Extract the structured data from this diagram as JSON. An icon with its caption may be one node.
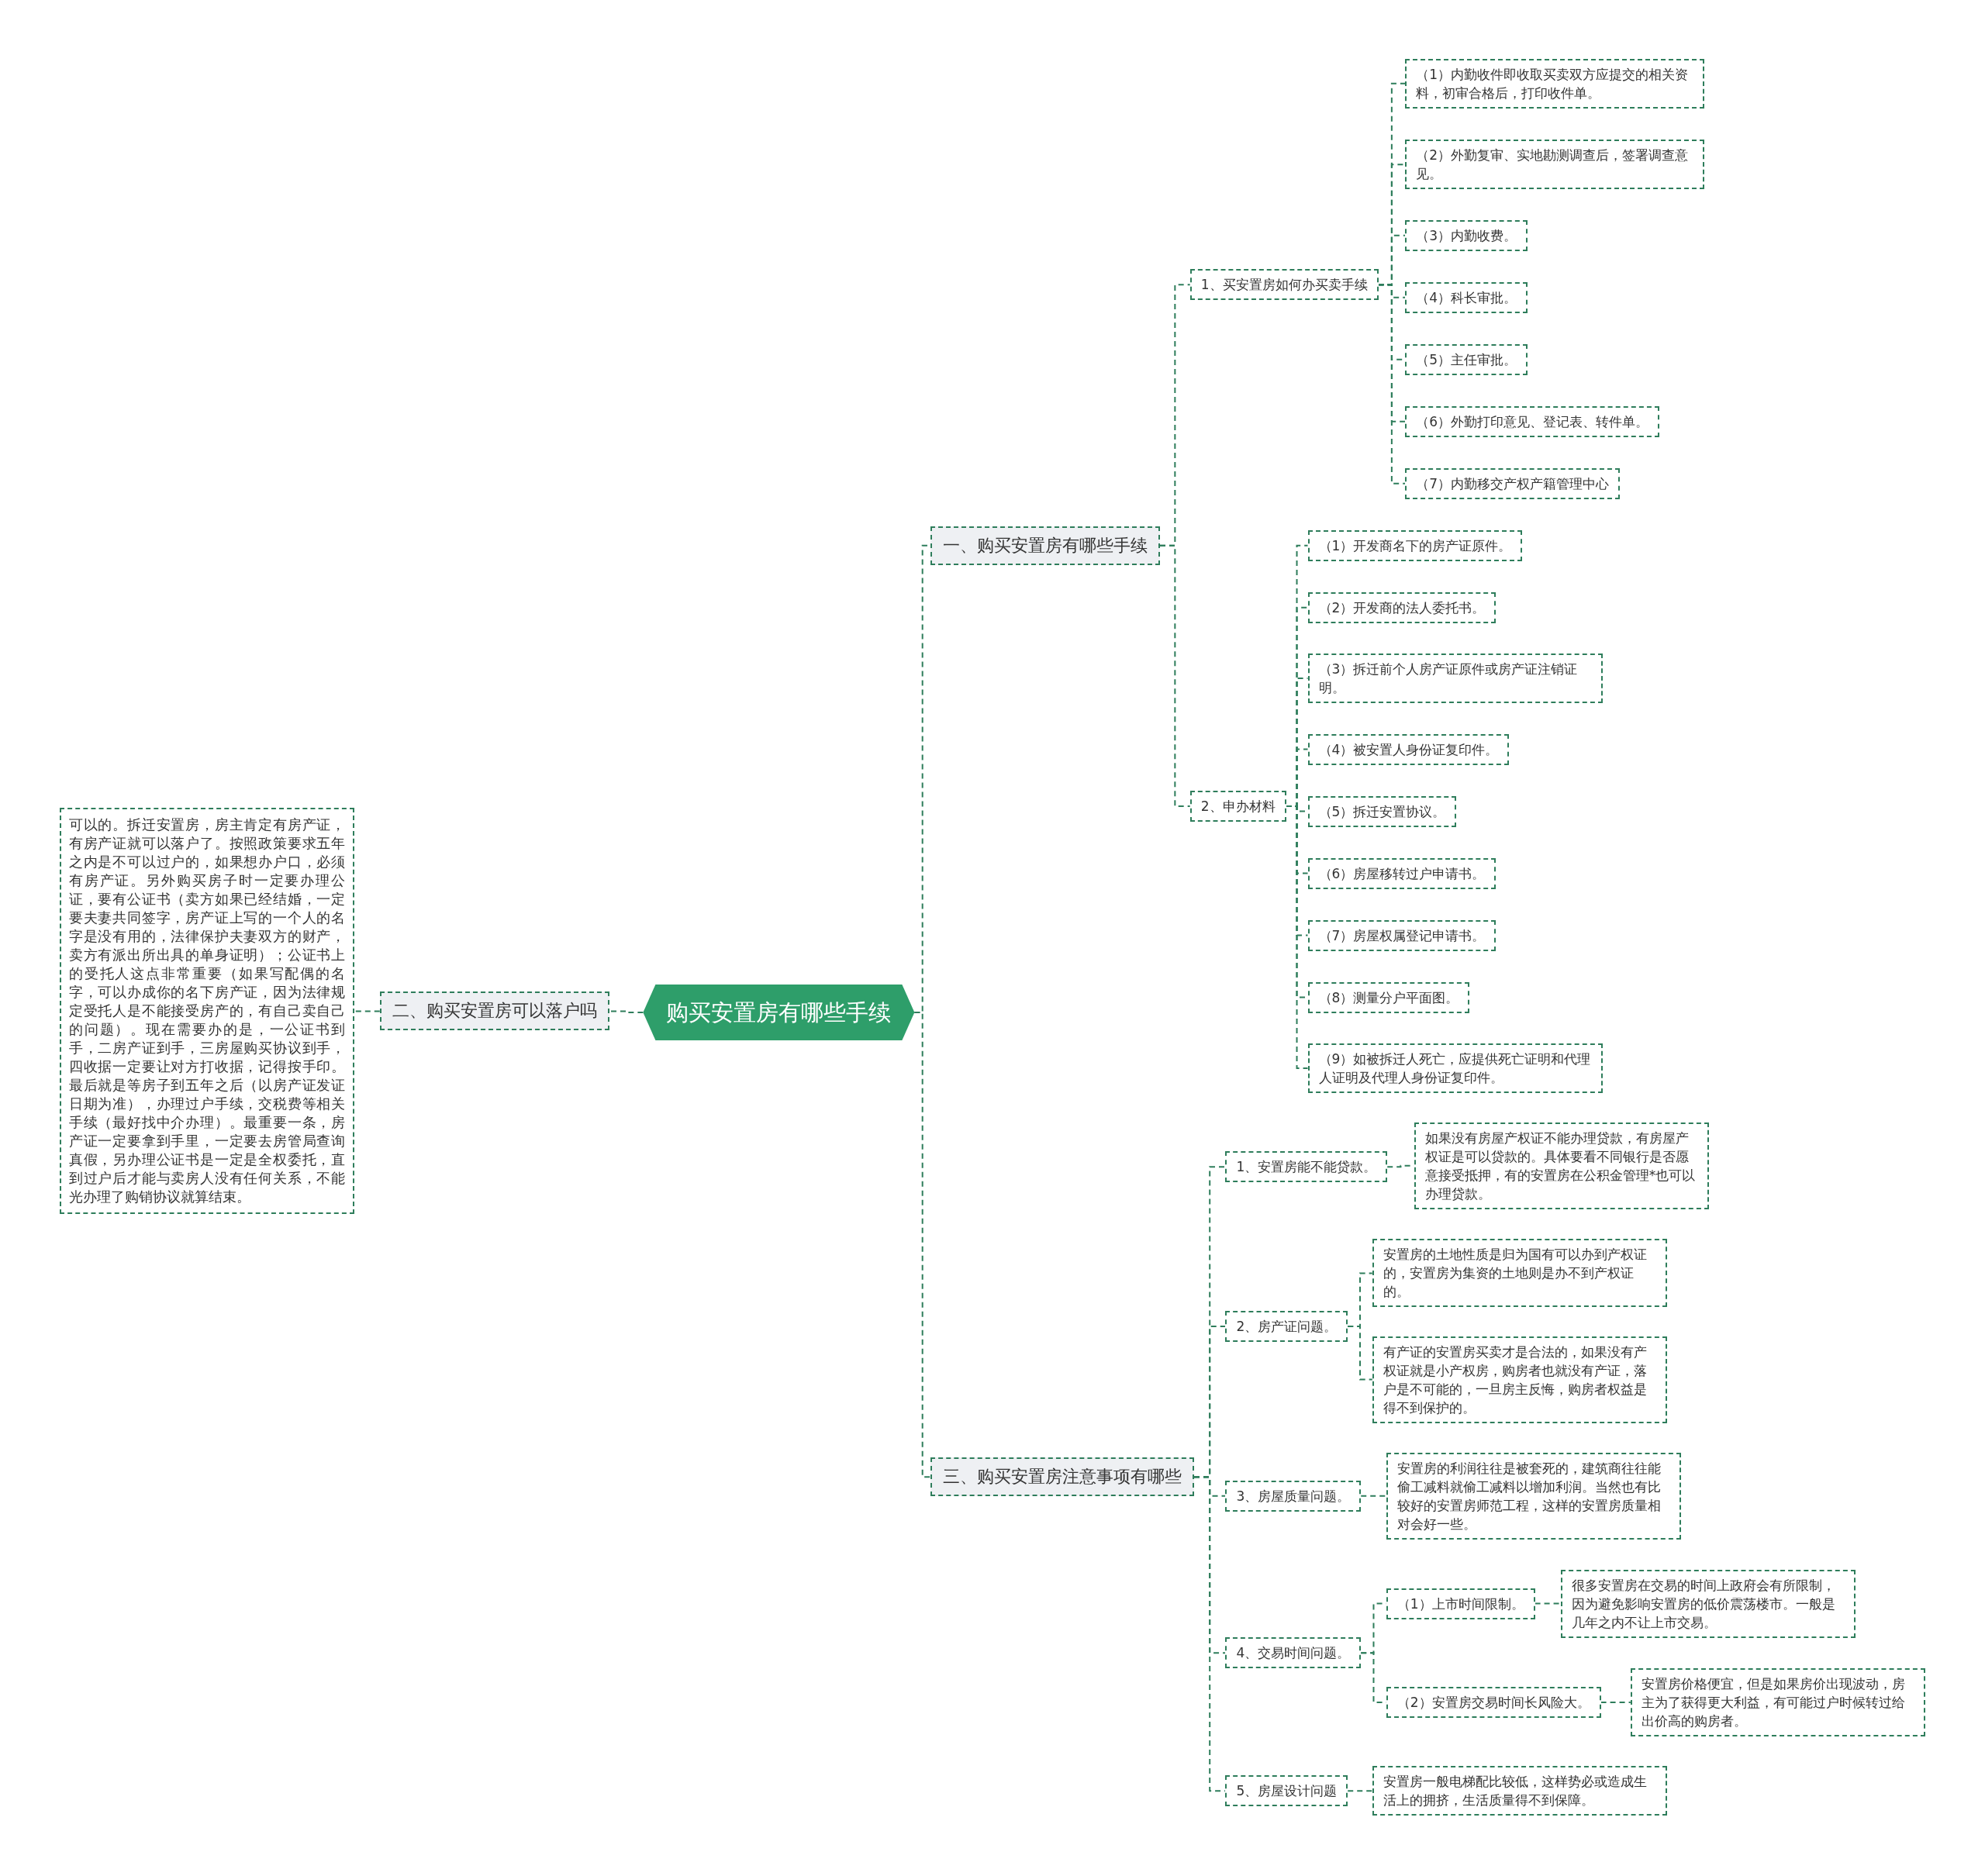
{
  "diagram": {
    "nodes": [
      {
        "text": [
          "购买安置房有哪些手续"
        ]
      },
      {
        "text": [
          "一、购买安置房有哪些手续"
        ]
      },
      {
        "text": [
          "1、买安置房如何办买卖手续"
        ]
      },
      {
        "text": [
          "（1）内勤收件即收取买卖双方应提交的相关资料，初审合格后，打印收件单。"
        ]
      },
      {
        "text": [
          "（2）外勤复审、实地勘测调查后，签署调查意见。"
        ]
      },
      {
        "text": [
          "（3）内勤收费。"
        ]
      },
      {
        "text": [
          "（4）科长审批。"
        ]
      },
      {
        "text": [
          "（5）主任审批。"
        ]
      },
      {
        "text": [
          "（6）外勤打印意见、登记表、转件单。"
        ]
      },
      {
        "text": [
          "（7）内勤移交产权产籍管理中心"
        ]
      },
      {
        "text": [
          "2、申办材料"
        ]
      },
      {
        "text": [
          "（1）开发商名下的房产证原件。"
        ]
      },
      {
        "text": [
          "（2）开发商的法人委托书。"
        ]
      },
      {
        "text": [
          "（3）拆迁前个人房产证原件或房产证注销证明。"
        ]
      },
      {
        "text": [
          "（4）被安置人身份证复印件。"
        ]
      },
      {
        "text": [
          "（5）拆迁安置协议。"
        ]
      },
      {
        "text": [
          "（6）房屋移转过户申请书。"
        ]
      },
      {
        "text": [
          "（7）房屋权属登记申请书。"
        ]
      },
      {
        "text": [
          "（8）测量分户平面图。"
        ]
      },
      {
        "text": [
          "（9）如被拆迁人死亡，应提供死亡证明和代理人证明及代理人身份证复印件。"
        ]
      },
      {
        "text": [
          "二、购买安置房可以落户吗"
        ]
      },
      {
        "text": [
          "可以的。拆迁安置房，房主肯定有房产证，有房产证就可以落户了。按照政策要求五年之内是不可以过户的，如果想办户口，必须有房产证。另外购买房子时一定要办理公证，要有公证书（卖方如果已经结婚，一定要夫妻共同签字，房产证上写的一个人的名字是没有用的，法律保护夫妻双方的财产，卖方有派出所出具的单身证明）；公证书上的受托人这点非常重要（如果写配偶的名字，可以办成你的名下房产证，因为法律规定受托人是不能接受房产的，有自己卖自己的问题）。现在需要办的是，一公证书到手，二房产证到手，三房屋购买协议到手，四收据一定要让对方打收据，记得按手印。最后就是等房子到五年之后（以房产证发证日期为准），办理过户手续，交税费等相关手续（最好找中介办理）。最重要一条，房产证一定要拿到手里，一定要去房管局查询真假，另办理公证书是一定是全权委托，直到过户后才能与卖房人没有任何关系，不能光办理了购销协议就算结束。"
        ]
      },
      {
        "text": [
          "三、购买安置房注意事项有哪些"
        ]
      },
      {
        "text": [
          "1、安置房能不能贷款。"
        ]
      },
      {
        "text": [
          "如果没有房屋产权证不能办理贷款，有房屋产权证是可以贷款的。具体要看不同银行是否愿意接受抵押，有的安置房在公积金管理*也可以办理贷款。"
        ]
      },
      {
        "text": [
          "2、房产证问题。"
        ]
      },
      {
        "text": [
          "安置房的土地性质是归为国有可以办到产权证的，安置房为集资的土地则是办不到产权证的。"
        ]
      },
      {
        "text": [
          "有产证的安置房买卖才是合法的，如果没有产权证就是小产权房，购房者也就没有产证，落户是不可能的，一旦房主反悔，购房者权益是得不到保护的。"
        ]
      },
      {
        "text": [
          "3、房屋质量问题。"
        ]
      },
      {
        "text": [
          "安置房的利润往往是被套死的，建筑商往往能偷工减料就偷工减料以增加利润。当然也有比较好的安置房师范工程，这样的安置房质量相对会好一些。"
        ]
      },
      {
        "text": [
          "4、交易时间问题。"
        ]
      },
      {
        "text": [
          "（1）上市时间限制。"
        ]
      },
      {
        "text": [
          "很多安置房在交易的时间上政府会有所限制，因为避免影响安置房的低价震荡楼市。一般是几年之内不让上市交易。"
        ]
      },
      {
        "text": [
          "（2）安置房交易时间长风险大。"
        ]
      },
      {
        "text": [
          "安置房价格便宜，但是如果房价出现波动，房主为了获得更大利益，有可能过户时候转过给出价高的购房者。"
        ]
      },
      {
        "text": [
          "5、房屋设计问题"
        ]
      },
      {
        "text": [
          "安置房一般电梯配比较低，这样势必或造成生活上的拥挤，生活质量得不到保障。"
        ]
      }
    ],
    "edges": [
      {
        "from": 0,
        "to": 1,
        "arrow": "none",
        "style": "dashed"
      },
      {
        "from": 1,
        "to": 2,
        "arrow": "none",
        "style": "dashed"
      },
      {
        "from": 2,
        "to": 3,
        "arrow": "none",
        "style": "dashed"
      },
      {
        "from": 2,
        "to": 4,
        "arrow": "none",
        "style": "dashed"
      },
      {
        "from": 2,
        "to": 5,
        "arrow": "none",
        "style": "dashed"
      },
      {
        "from": 2,
        "to": 6,
        "arrow": "none",
        "style": "dashed"
      },
      {
        "from": 2,
        "to": 7,
        "arrow": "none",
        "style": "dashed"
      },
      {
        "from": 2,
        "to": 8,
        "arrow": "none",
        "style": "dashed"
      },
      {
        "from": 2,
        "to": 9,
        "arrow": "none",
        "style": "dashed"
      },
      {
        "from": 1,
        "to": 10,
        "arrow": "none",
        "style": "dashed"
      },
      {
        "from": 10,
        "to": 11,
        "arrow": "none",
        "style": "dashed"
      },
      {
        "from": 10,
        "to": 12,
        "arrow": "none",
        "style": "dashed"
      },
      {
        "from": 10,
        "to": 13,
        "arrow": "none",
        "style": "dashed"
      },
      {
        "from": 10,
        "to": 14,
        "arrow": "none",
        "style": "dashed"
      },
      {
        "from": 10,
        "to": 15,
        "arrow": "none",
        "style": "dashed"
      },
      {
        "from": 10,
        "to": 16,
        "arrow": "none",
        "style": "dashed"
      },
      {
        "from": 10,
        "to": 17,
        "arrow": "none",
        "style": "dashed"
      },
      {
        "from": 10,
        "to": 18,
        "arrow": "none",
        "style": "dashed"
      },
      {
        "from": 10,
        "to": 19,
        "arrow": "none",
        "style": "dashed"
      },
      {
        "from": 0,
        "to": 20,
        "arrow": "none",
        "style": "dashed"
      },
      {
        "from": 20,
        "to": 21,
        "arrow": "none",
        "style": "dashed"
      },
      {
        "from": 0,
        "to": 22,
        "arrow": "none",
        "style": "dashed"
      },
      {
        "from": 22,
        "to": 23,
        "arrow": "none",
        "style": "dashed"
      },
      {
        "from": 23,
        "to": 24,
        "arrow": "none",
        "style": "dashed"
      },
      {
        "from": 22,
        "to": 25,
        "arrow": "none",
        "style": "dashed"
      },
      {
        "from": 25,
        "to": 26,
        "arrow": "none",
        "style": "dashed"
      },
      {
        "from": 25,
        "to": 27,
        "arrow": "none",
        "style": "dashed"
      },
      {
        "from": 22,
        "to": 28,
        "arrow": "none",
        "style": "dashed"
      },
      {
        "from": 28,
        "to": 29,
        "arrow": "none",
        "style": "dashed"
      },
      {
        "from": 22,
        "to": 30,
        "arrow": "none",
        "style": "dashed"
      },
      {
        "from": 30,
        "to": 31,
        "arrow": "none",
        "style": "dashed"
      },
      {
        "from": 31,
        "to": 32,
        "arrow": "none",
        "style": "dashed"
      },
      {
        "from": 30,
        "to": 33,
        "arrow": "none",
        "style": "dashed"
      },
      {
        "from": 33,
        "to": 34,
        "arrow": "none",
        "style": "dashed"
      },
      {
        "from": 22,
        "to": 35,
        "arrow": "none",
        "style": "dashed"
      },
      {
        "from": 35,
        "to": 36,
        "arrow": "none",
        "style": "dashed"
      }
    ]
  }
}
